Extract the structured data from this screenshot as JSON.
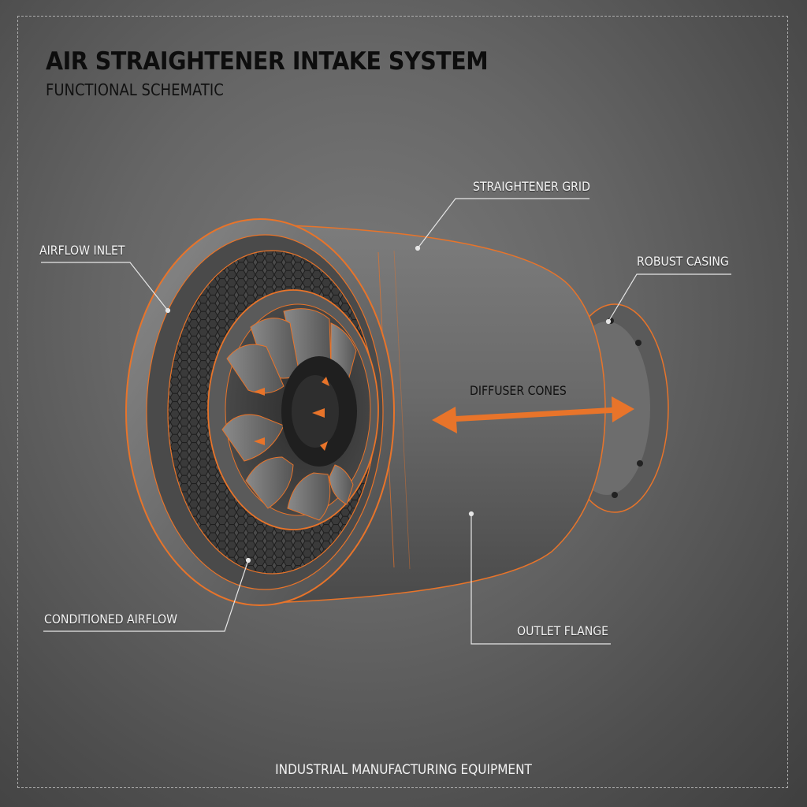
{
  "header": {
    "title": "AIR STRAIGHTENER INTAKE SYSTEM",
    "subtitle": "FUNCTIONAL SCHEMATIC"
  },
  "callouts": {
    "straightener_grid": "STRAIGHTENER GRID",
    "airflow_inlet": "AIRFLOW INLET",
    "robust_casing": "ROBUST CASING",
    "diffuser_cones": "DIFFUSER CONES",
    "conditioned_airflow": "CONDITIONED AIRFLOW",
    "outlet_flange": "OUTLET FLANGE"
  },
  "footer": {
    "text": "INDUSTRIAL MANUFACTURING EQUIPMENT"
  },
  "colors": {
    "accent": "#e8742a",
    "metal_dark": "#3a3a3a",
    "metal_mid": "#6b6b6b",
    "metal_light": "#8e8e8e",
    "label_text": "#f4f4f4",
    "title_text": "#0d0d0d"
  }
}
